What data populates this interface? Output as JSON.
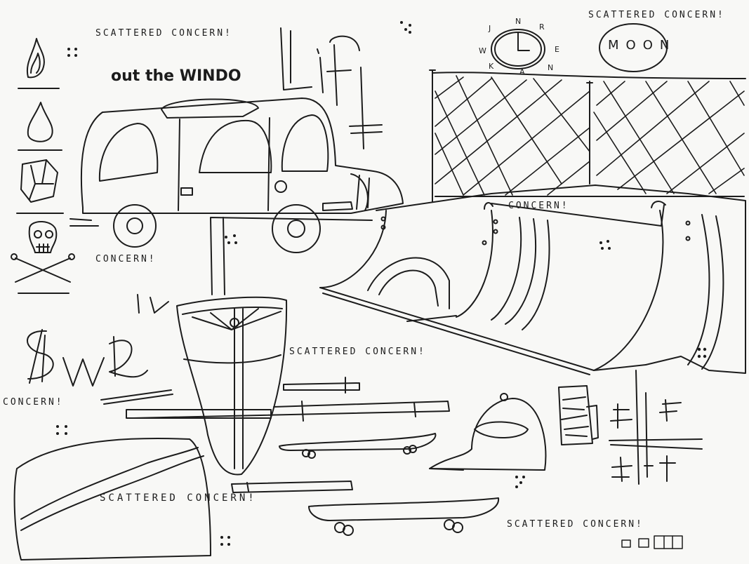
{
  "labels": {
    "scattered_concern": "SCATTERED CONCERN!",
    "concern": "CONCERN!",
    "out_the_windo": "out the WINDO",
    "lift": "Lift",
    "swell": "Swell",
    "moon": "MOON",
    "compass_letters": [
      "J",
      "N",
      "R",
      "W",
      "E",
      "K",
      "A",
      "N"
    ]
  },
  "colors": {
    "ink": "#1c1c1c",
    "paper": "#f8f8f6"
  },
  "icons": [
    "fire-icon",
    "water-drop-icon",
    "rock-icon",
    "skull-crossbones-icon",
    "dice-icon"
  ]
}
